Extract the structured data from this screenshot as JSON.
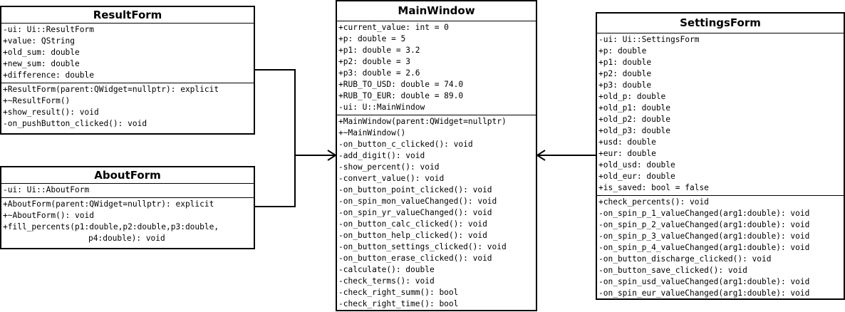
{
  "classes": {
    "result": {
      "name": "ResultForm",
      "attributes": [
        "-ui: Ui::ResultForm",
        "+value: QString",
        "+old_sum: double",
        "+new_sum: double",
        "+difference: double"
      ],
      "methods": [
        "+ResultForm(parent:QWidget=nullptr): explicit",
        "+~ResultForm()",
        "+show_result(): void",
        "-on_pushButton_clicked(): void"
      ]
    },
    "about": {
      "name": "AboutForm",
      "attributes": [
        "-ui: Ui::AboutForm"
      ],
      "methods": [
        "+AboutForm(parent:QWidget=nullptr): explicit",
        "+~AboutForm(): void",
        "+fill_percents(p1:double,p2:double,p3:double,",
        "p4:double): void"
      ]
    },
    "main": {
      "name": "MainWindow",
      "attributes": [
        "+current_value: int = 0",
        "+p: double = 5",
        "+p1: double = 3.2",
        "+p2: double = 3",
        "+p3: double = 2.6",
        "+RUB_TO_USD: double = 74.0",
        "+RUB_TO_EUR: double = 89.0",
        "-ui: U::MainWindow"
      ],
      "methods": [
        "+MainWindow(parent:QWidget=nullptr)",
        "+~MainWindow()",
        "-on_button_c_clicked(): void",
        "-add_digit(): void",
        "-show_percent(): void",
        "-convert_value(): void",
        "-on_button_point_clicked(): void",
        "-on_spin_mon_valueChanged(): void",
        "-on_spin_yr_valueChanged(): void",
        "-on_button_calc_clicked(): void",
        "-on_button_help_clicked(): void",
        "-on_button_settings_clicked(): void",
        "-on_button_erase_clicked(): void",
        "-calculate(): double",
        "-check_terms(): void",
        "-check_right_summ(): bool",
        "-check_right_time(): bool"
      ]
    },
    "settings": {
      "name": "SettingsForm",
      "attributes": [
        "-ui: Ui::SettingsForm",
        "+p: double",
        "+p1: double",
        "+p2: double",
        "+p3: double",
        "+old_p: double",
        "+old_p1: double",
        "+old_p2: double",
        "+old_p3: double",
        "+usd: double",
        "+eur: double",
        "+old_usd: double",
        "+old_eur: double",
        "+is_saved: bool = false"
      ],
      "methods": [
        "+check_percents(): void",
        "-on_spin_p_1_valueChanged(arg1:double): void",
        "-on_spin_p_2_valueChanged(arg1:double): void",
        "-on_spin_p_3_valueChanged(arg1:double): void",
        "-on_spin_p_4_valueChanged(arg1:double): void",
        "-on_button_discharge_clicked(): void",
        "-on_button_save_clicked(): void",
        "-on_spin_usd_valueChanged(arg1:double): void",
        "-on_spin_eur_valueChanged(arg1:double): void"
      ]
    }
  },
  "colors": {
    "line": "#000000",
    "background": "#ffffff"
  }
}
